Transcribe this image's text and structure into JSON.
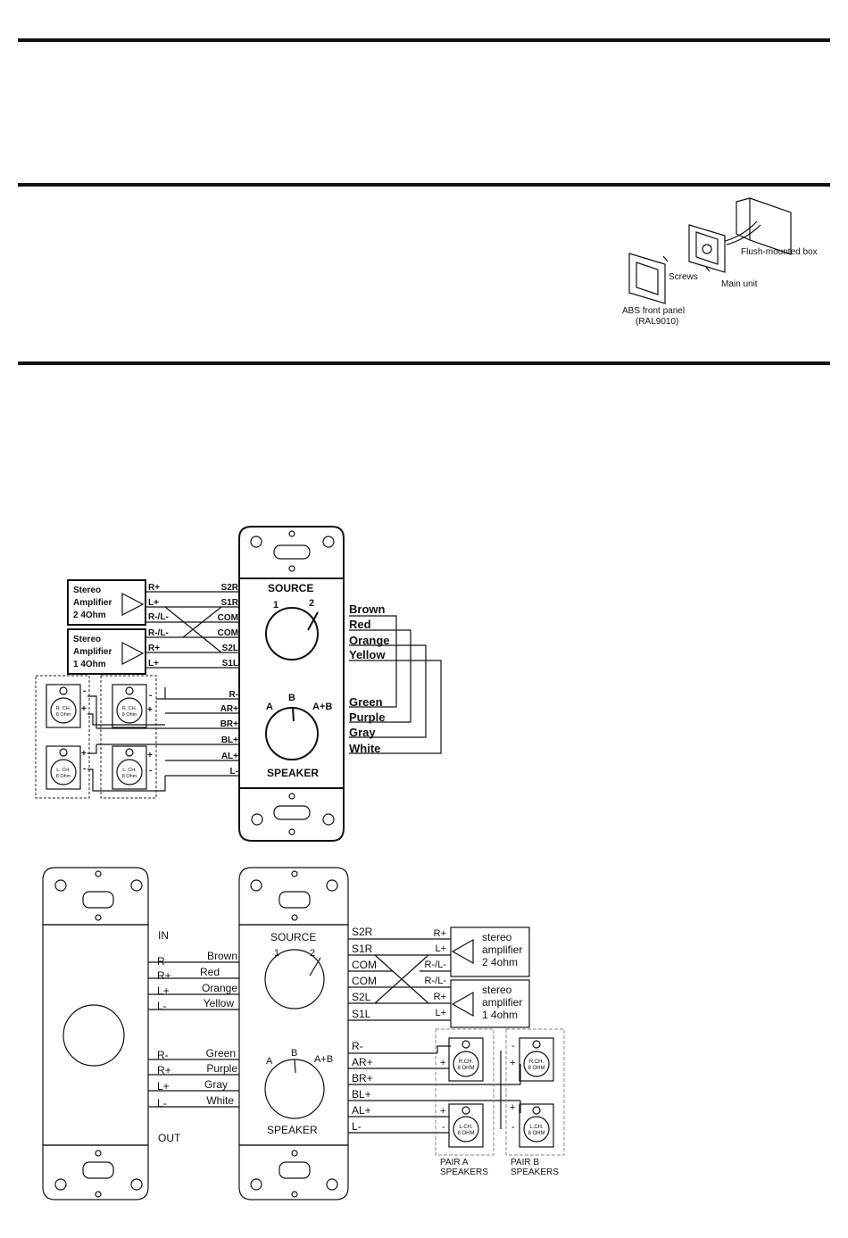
{
  "install": {
    "flush_box": "Flush-mounted box",
    "screws": "Screws",
    "main_unit": "Main unit",
    "front_panel": "ABS front panel",
    "ral": "(RAL9010)"
  },
  "diagram1": {
    "source": "SOURCE",
    "speaker": "SPEAKER",
    "pos1": "1",
    "pos2": "2",
    "pos_a": "A",
    "pos_b": "B",
    "pos_ab": "A+B",
    "amp2": [
      "Stereo",
      "Amplifier",
      "2  4Ohm"
    ],
    "amp1": [
      "Stereo",
      "Amplifier",
      "1  4Ohm"
    ],
    "amp2_pins": [
      "R+",
      "L+",
      "R-/L-"
    ],
    "amp1_pins": [
      "R-/L-",
      "R+",
      "L+"
    ],
    "terminals_top": [
      "S2R",
      "S1R",
      "COM",
      "COM",
      "S2L",
      "S1L"
    ],
    "terminals_bottom": [
      "R-",
      "AR+",
      "BR+",
      "BL+",
      "AL+",
      "L-"
    ],
    "wire_top": [
      "Brown",
      "Red",
      "Orange",
      "Yellow"
    ],
    "wire_bottom": [
      "Green",
      "Purple",
      "Gray",
      "White"
    ],
    "spk_r": [
      "R. CH.",
      "8 Ohm"
    ],
    "spk_r2": [
      "R. CH.",
      "8 Ohm"
    ],
    "spk_l": [
      "L. CH.",
      "8 Ohm"
    ],
    "spk_l2": [
      "L. CH.",
      "8 Ohm"
    ],
    "plus": "+",
    "minus": "-"
  },
  "diagram2": {
    "in": "IN",
    "out": "OUT",
    "in_pins": [
      "R-",
      "R+",
      "L+",
      "L-"
    ],
    "in_colors": [
      "Brown",
      "Red",
      "Orange",
      "Yellow"
    ],
    "out_pins": [
      "R-",
      "R+",
      "L+",
      "L-"
    ],
    "out_colors": [
      "Green",
      "Purple",
      "Gray",
      "White"
    ],
    "source": "SOURCE",
    "speaker": "SPEAKER",
    "pos1": "1",
    "pos2": "2",
    "pos_a": "A",
    "pos_b": "B",
    "pos_ab": "A+B",
    "terminals_top": [
      "S2R",
      "S1R",
      "COM",
      "COM",
      "S2L",
      "S1L"
    ],
    "terminals_bottom": [
      "R-",
      "AR+",
      "BR+",
      "BL+",
      "AL+",
      "L-"
    ],
    "amp2_pins": [
      "R+",
      "L+",
      "R-/L-"
    ],
    "amp1_pins": [
      "R-/L-",
      "R+",
      "L+"
    ],
    "amp2": [
      "stereo",
      "amplifier",
      "2  4ohm"
    ],
    "amp1": [
      "stereo",
      "amplifier",
      "1  4ohm"
    ],
    "spk_r": [
      "R.CH.",
      "8 OHM"
    ],
    "spk_l": [
      "L.CH.",
      "8 OHM"
    ],
    "pair_a": [
      "PAIR A",
      "SPEAKERS"
    ],
    "pair_b": [
      "PAIR B",
      "SPEAKERS"
    ],
    "plus": "+",
    "minus": "-"
  }
}
